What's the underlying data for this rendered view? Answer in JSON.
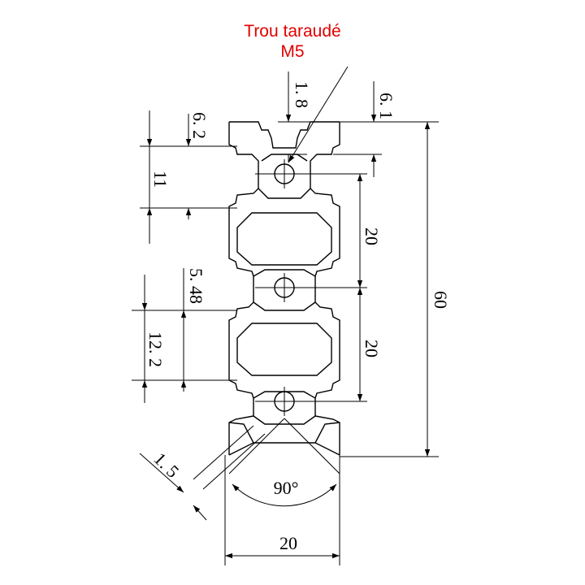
{
  "annotation": {
    "line1": "Trou taraudé",
    "line2": "M5",
    "color": "#e00000"
  },
  "dimensions": {
    "d_1_8": "1. 8",
    "d_6_1": "6. 1",
    "d_6_2": "6. 2",
    "d_11": "11",
    "d_20_upper": "20",
    "d_60": "60",
    "d_5_48": "5. 48",
    "d_12_2": "12. 2",
    "d_20_lower": "20",
    "d_1_5": "1. 5",
    "d_90deg": "90°",
    "d_20_bottom": "20"
  }
}
